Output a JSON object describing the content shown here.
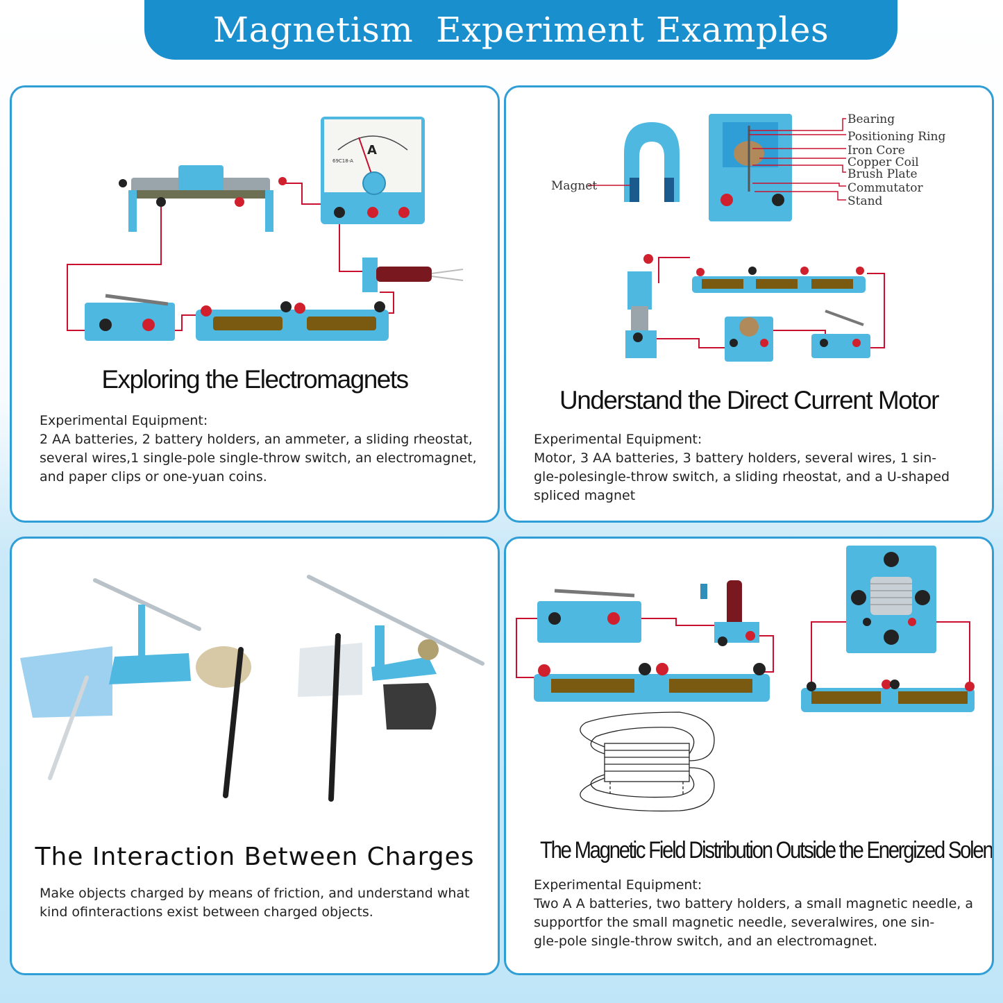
{
  "banner": {
    "title": "Magnetism  Experiment Examples"
  },
  "panels": [
    {
      "title": "Exploring the Electromagnets",
      "lines": [
        "Experimental Equipment:",
        "2 AA batteries, 2 battery holders, an ammeter, a sliding rheostat,",
        "several wires,1 single-pole single-throw switch, an electromagnet,",
        "and paper clips or one-yuan coins."
      ],
      "ammeter": {
        "unit": "A",
        "model": "69C18-A"
      }
    },
    {
      "title": "Understand the Direct Current Motor",
      "lines": [
        "Experimental Equipment:",
        "Motor, 3 AA batteries, 3 battery holders, several wires, 1 sin-",
        "gle-polesingle-throw switch, a sliding rheostat, and a U-shaped",
        "spliced magnet"
      ],
      "magnet_label": "Magnet",
      "parts": [
        "Bearing",
        "Positioning Ring",
        "Iron Core",
        "Copper Coil",
        "Brush Plate",
        "Commutator",
        "Stand"
      ]
    },
    {
      "title": "The Interaction Between Charges",
      "lines": [
        "Make objects charged by means of friction, and understand what",
        "kind ofinteractions exist between charged objects."
      ]
    },
    {
      "title": "The Magnetic Field Distribution Outside the Energized Solenoid",
      "lines": [
        "Experimental Equipment:",
        "Two A A batteries, two battery holders, a small magnetic needle, a",
        "supportfor the small magnetic needle, severalwires, one sin-",
        "gle-pole single-throw switch, and an electromagnet."
      ]
    }
  ],
  "colors": {
    "banner": "#1a8fce",
    "border": "#2f9ed6",
    "equipment": "#4fb8e0",
    "wire": "#c8102e"
  }
}
